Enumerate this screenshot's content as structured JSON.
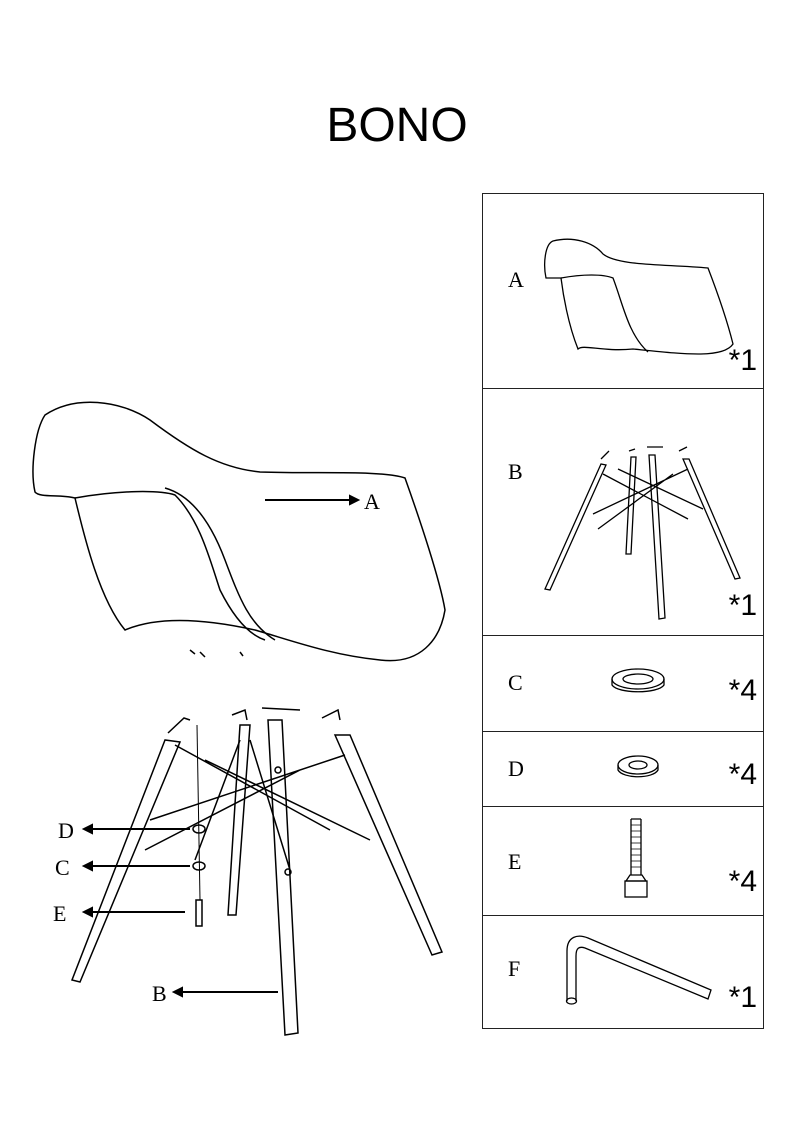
{
  "title": "BONO",
  "callouts": [
    {
      "letter": "A"
    },
    {
      "letter": "D"
    },
    {
      "letter": "C"
    },
    {
      "letter": "E"
    },
    {
      "letter": "B"
    }
  ],
  "parts": [
    {
      "letter": "A",
      "qty": "*1",
      "icon": "seat-shell"
    },
    {
      "letter": "B",
      "qty": "*1",
      "icon": "leg-base"
    },
    {
      "letter": "C",
      "qty": "*4",
      "icon": "spring-washer"
    },
    {
      "letter": "D",
      "qty": "*4",
      "icon": "flat-washer"
    },
    {
      "letter": "E",
      "qty": "*4",
      "icon": "bolt"
    },
    {
      "letter": "F",
      "qty": "*1",
      "icon": "allen-key"
    }
  ]
}
